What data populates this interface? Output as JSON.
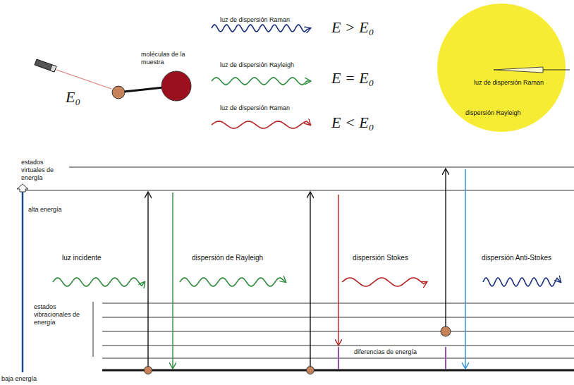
{
  "diagram": {
    "nodes": [
      {
        "text": [
          "luz de dispersión Raman",
          "dispersión Rayleigh"
        ]
      }
    ],
    "labels": [
      "E₀",
      "moléculas de la muestra",
      "luz de dispersión Raman",
      "E > E₀",
      "luz de dispersión Rayleigh",
      "E = E₀",
      "luz de dispersión Raman",
      "E < E₀",
      "estados virtuales de energía",
      "alta energía",
      "luz incidente",
      "dispersión de Rayleigh",
      "dispersión Stokes",
      "dispersión Anti-Stokes",
      "estados vibracionales de energía",
      "diferencias de energía",
      "baja energía"
    ]
  }
}
